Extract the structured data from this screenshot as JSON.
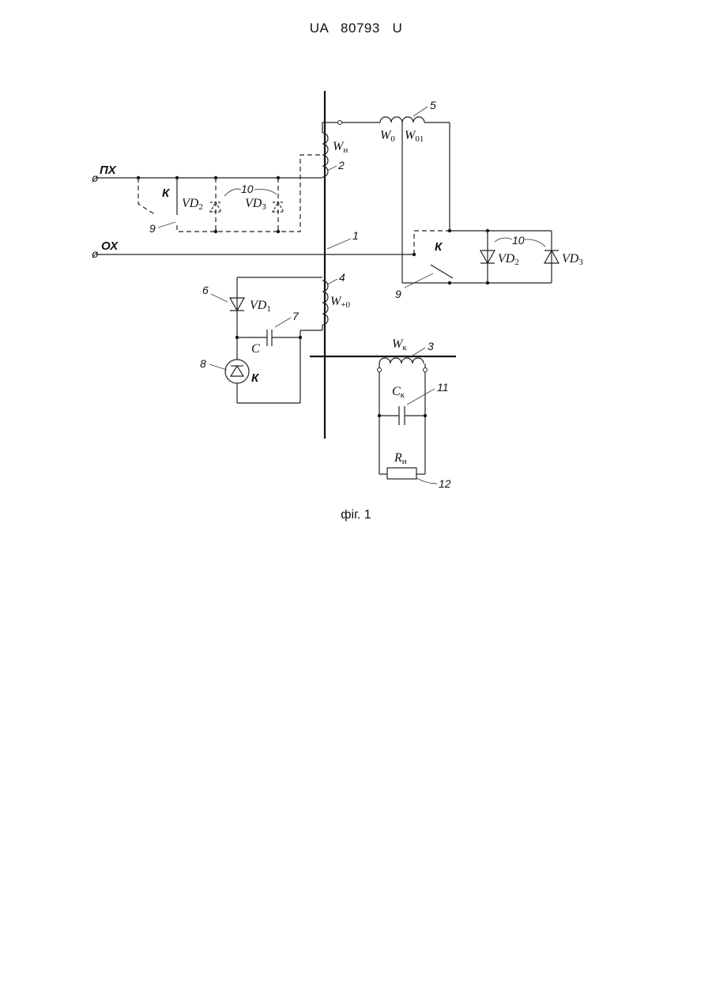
{
  "header": "UA   80793   U",
  "caption": "фіг. 1",
  "terminals": {
    "input": "ПХ",
    "output": "ОХ"
  },
  "components": {
    "core_num": "1",
    "winding_n": {
      "num": "2",
      "symbol": "W",
      "sub": "н"
    },
    "winding_k": {
      "num": "3",
      "symbol": "W",
      "sub": "к"
    },
    "winding_plus0": {
      "num": "4",
      "symbol": "W",
      "sub": "+0"
    },
    "winding_5": {
      "num": "5",
      "symbol_a": "W",
      "sub_a": "0",
      "symbol_b": "W",
      "sub_b": "01"
    },
    "diode_vd1": {
      "num": "6",
      "symbol": "VD",
      "sub": "1"
    },
    "capacitor_c": {
      "num": "7",
      "symbol": "C"
    },
    "photo_k": {
      "num": "8",
      "symbol": "К"
    },
    "switch": {
      "num": "9",
      "symbol": "К"
    },
    "diodes_group": {
      "num": "10",
      "vd2": "VD",
      "vd2_sub": "2",
      "vd3": "VD",
      "vd3_sub": "3"
    },
    "capacitor_ck": {
      "num": "11",
      "symbol": "C",
      "sub": "к"
    },
    "resistor_rn": {
      "num": "12",
      "symbol": "R",
      "sub": "н"
    }
  }
}
